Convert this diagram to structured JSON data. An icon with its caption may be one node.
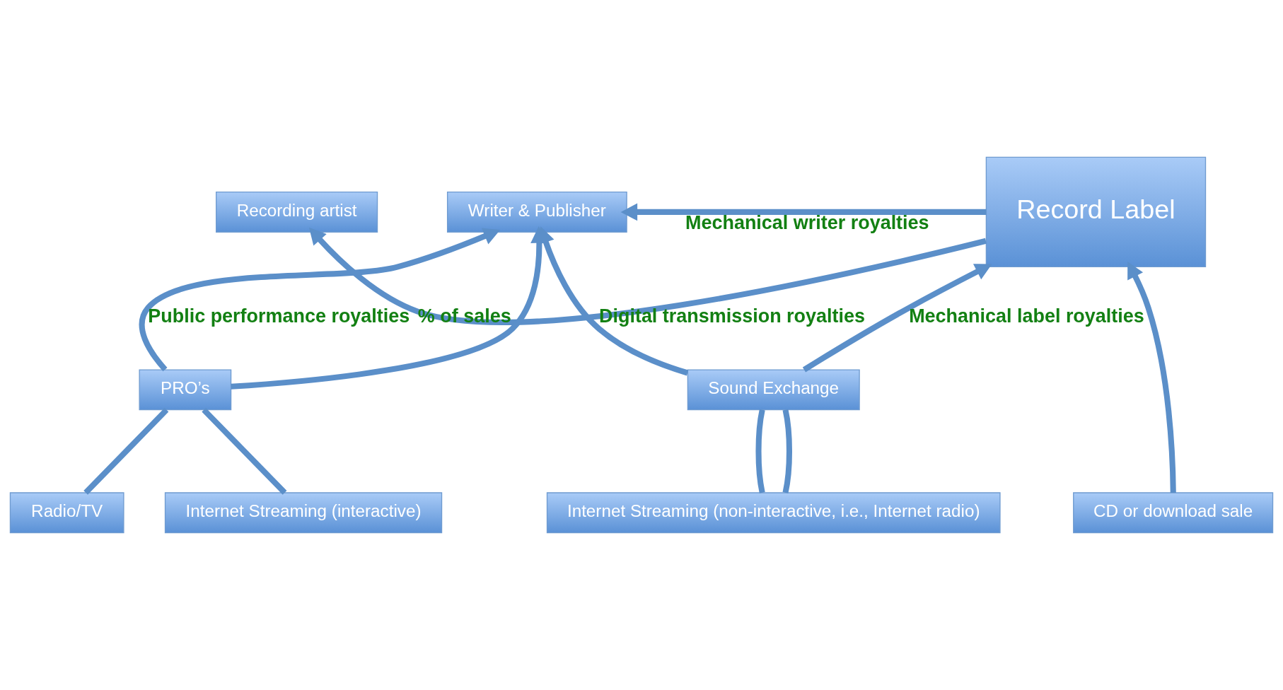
{
  "diagram": {
    "nodes": [
      {
        "text": [
          "Recording artist"
        ]
      },
      {
        "text": [
          "Record Label"
        ]
      },
      {
        "text": [
          "Writer & Publisher"
        ]
      },
      {
        "text": [
          "PRO’s"
        ]
      },
      {
        "text": [
          "Sound Exchange"
        ]
      },
      {
        "text": [
          "Radio/TV"
        ]
      },
      {
        "text": [
          "Internet Streaming (interactive)"
        ]
      },
      {
        "text": [
          "Internet Streaming (non-interactive, i.e., Internet radio)"
        ]
      },
      {
        "text": [
          "CD or download sale"
        ]
      }
    ],
    "edges": [
      {
        "from": 1,
        "to": 0,
        "arrow": "to",
        "label": "% of sales"
      },
      {
        "from": 1,
        "to": 2,
        "arrow": "to",
        "label": "Mechanical writer royalties"
      },
      {
        "from": 5,
        "to": 3,
        "arrow": "none"
      },
      {
        "from": 6,
        "to": 3,
        "arrow": "none"
      },
      {
        "from": 3,
        "to": 2,
        "arrow": "to",
        "label": "Public performance royalties"
      },
      {
        "from": 3,
        "to": 2,
        "arrow": "to"
      },
      {
        "from": 4,
        "to": 2,
        "arrow": "to",
        "label": "Digital transmission royalties"
      },
      {
        "from": 7,
        "to": 4,
        "arrow": "none"
      },
      {
        "from": 7,
        "to": 4,
        "arrow": "none"
      },
      {
        "from": 4,
        "to": 1,
        "arrow": "to",
        "label": "Mechanical label royalties"
      },
      {
        "from": 8,
        "to": 1,
        "arrow": "to"
      }
    ]
  }
}
